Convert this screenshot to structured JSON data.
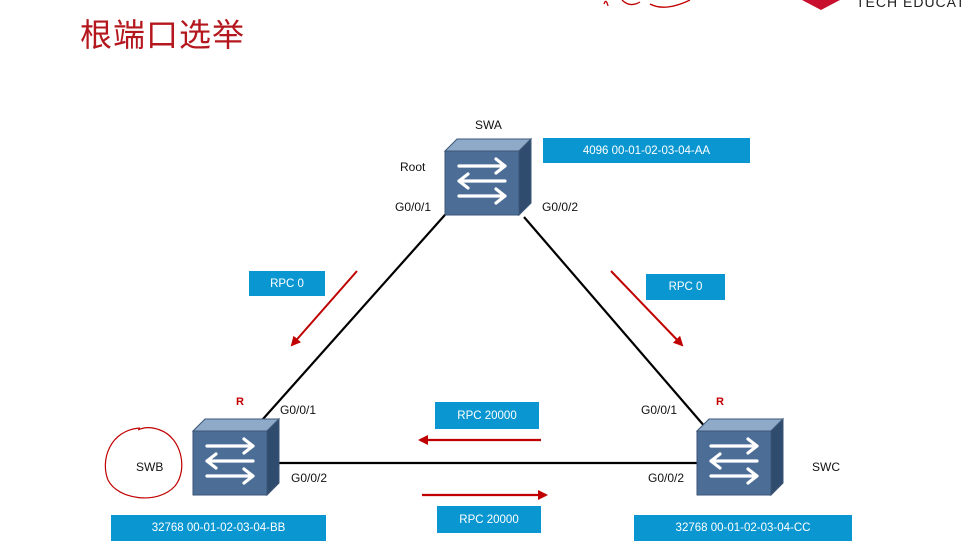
{
  "header": {
    "title": "根端口选举",
    "logo_text": "TECH EDUCATI"
  },
  "colors": {
    "title": "#b5171e",
    "info_box": "#0a97d1",
    "arrow": "#c00000",
    "switch_face": "#4b6d96"
  },
  "switches": {
    "swa": {
      "name": "SWA",
      "role": "Root",
      "bridge_id": "4096 00-01-02-03-04-AA",
      "port_left": "G0/0/1",
      "port_right": "G0/0/2"
    },
    "swb": {
      "name": "SWB",
      "bridge_id": "32768 00-01-02-03-04-BB",
      "port_top": "G0/0/1",
      "port_right": "G0/0/2",
      "root_port_mark": "R"
    },
    "swc": {
      "name": "SWC",
      "bridge_id": "32768 00-01-02-03-04-CC",
      "port_top": "G0/0/1",
      "port_left": "G0/0/2",
      "root_port_mark": "R"
    }
  },
  "rpc": {
    "a_to_b": "RPC 0",
    "a_to_c": "RPC 0",
    "c_to_b": "RPC 20000",
    "b_to_c": "RPC 20000"
  }
}
